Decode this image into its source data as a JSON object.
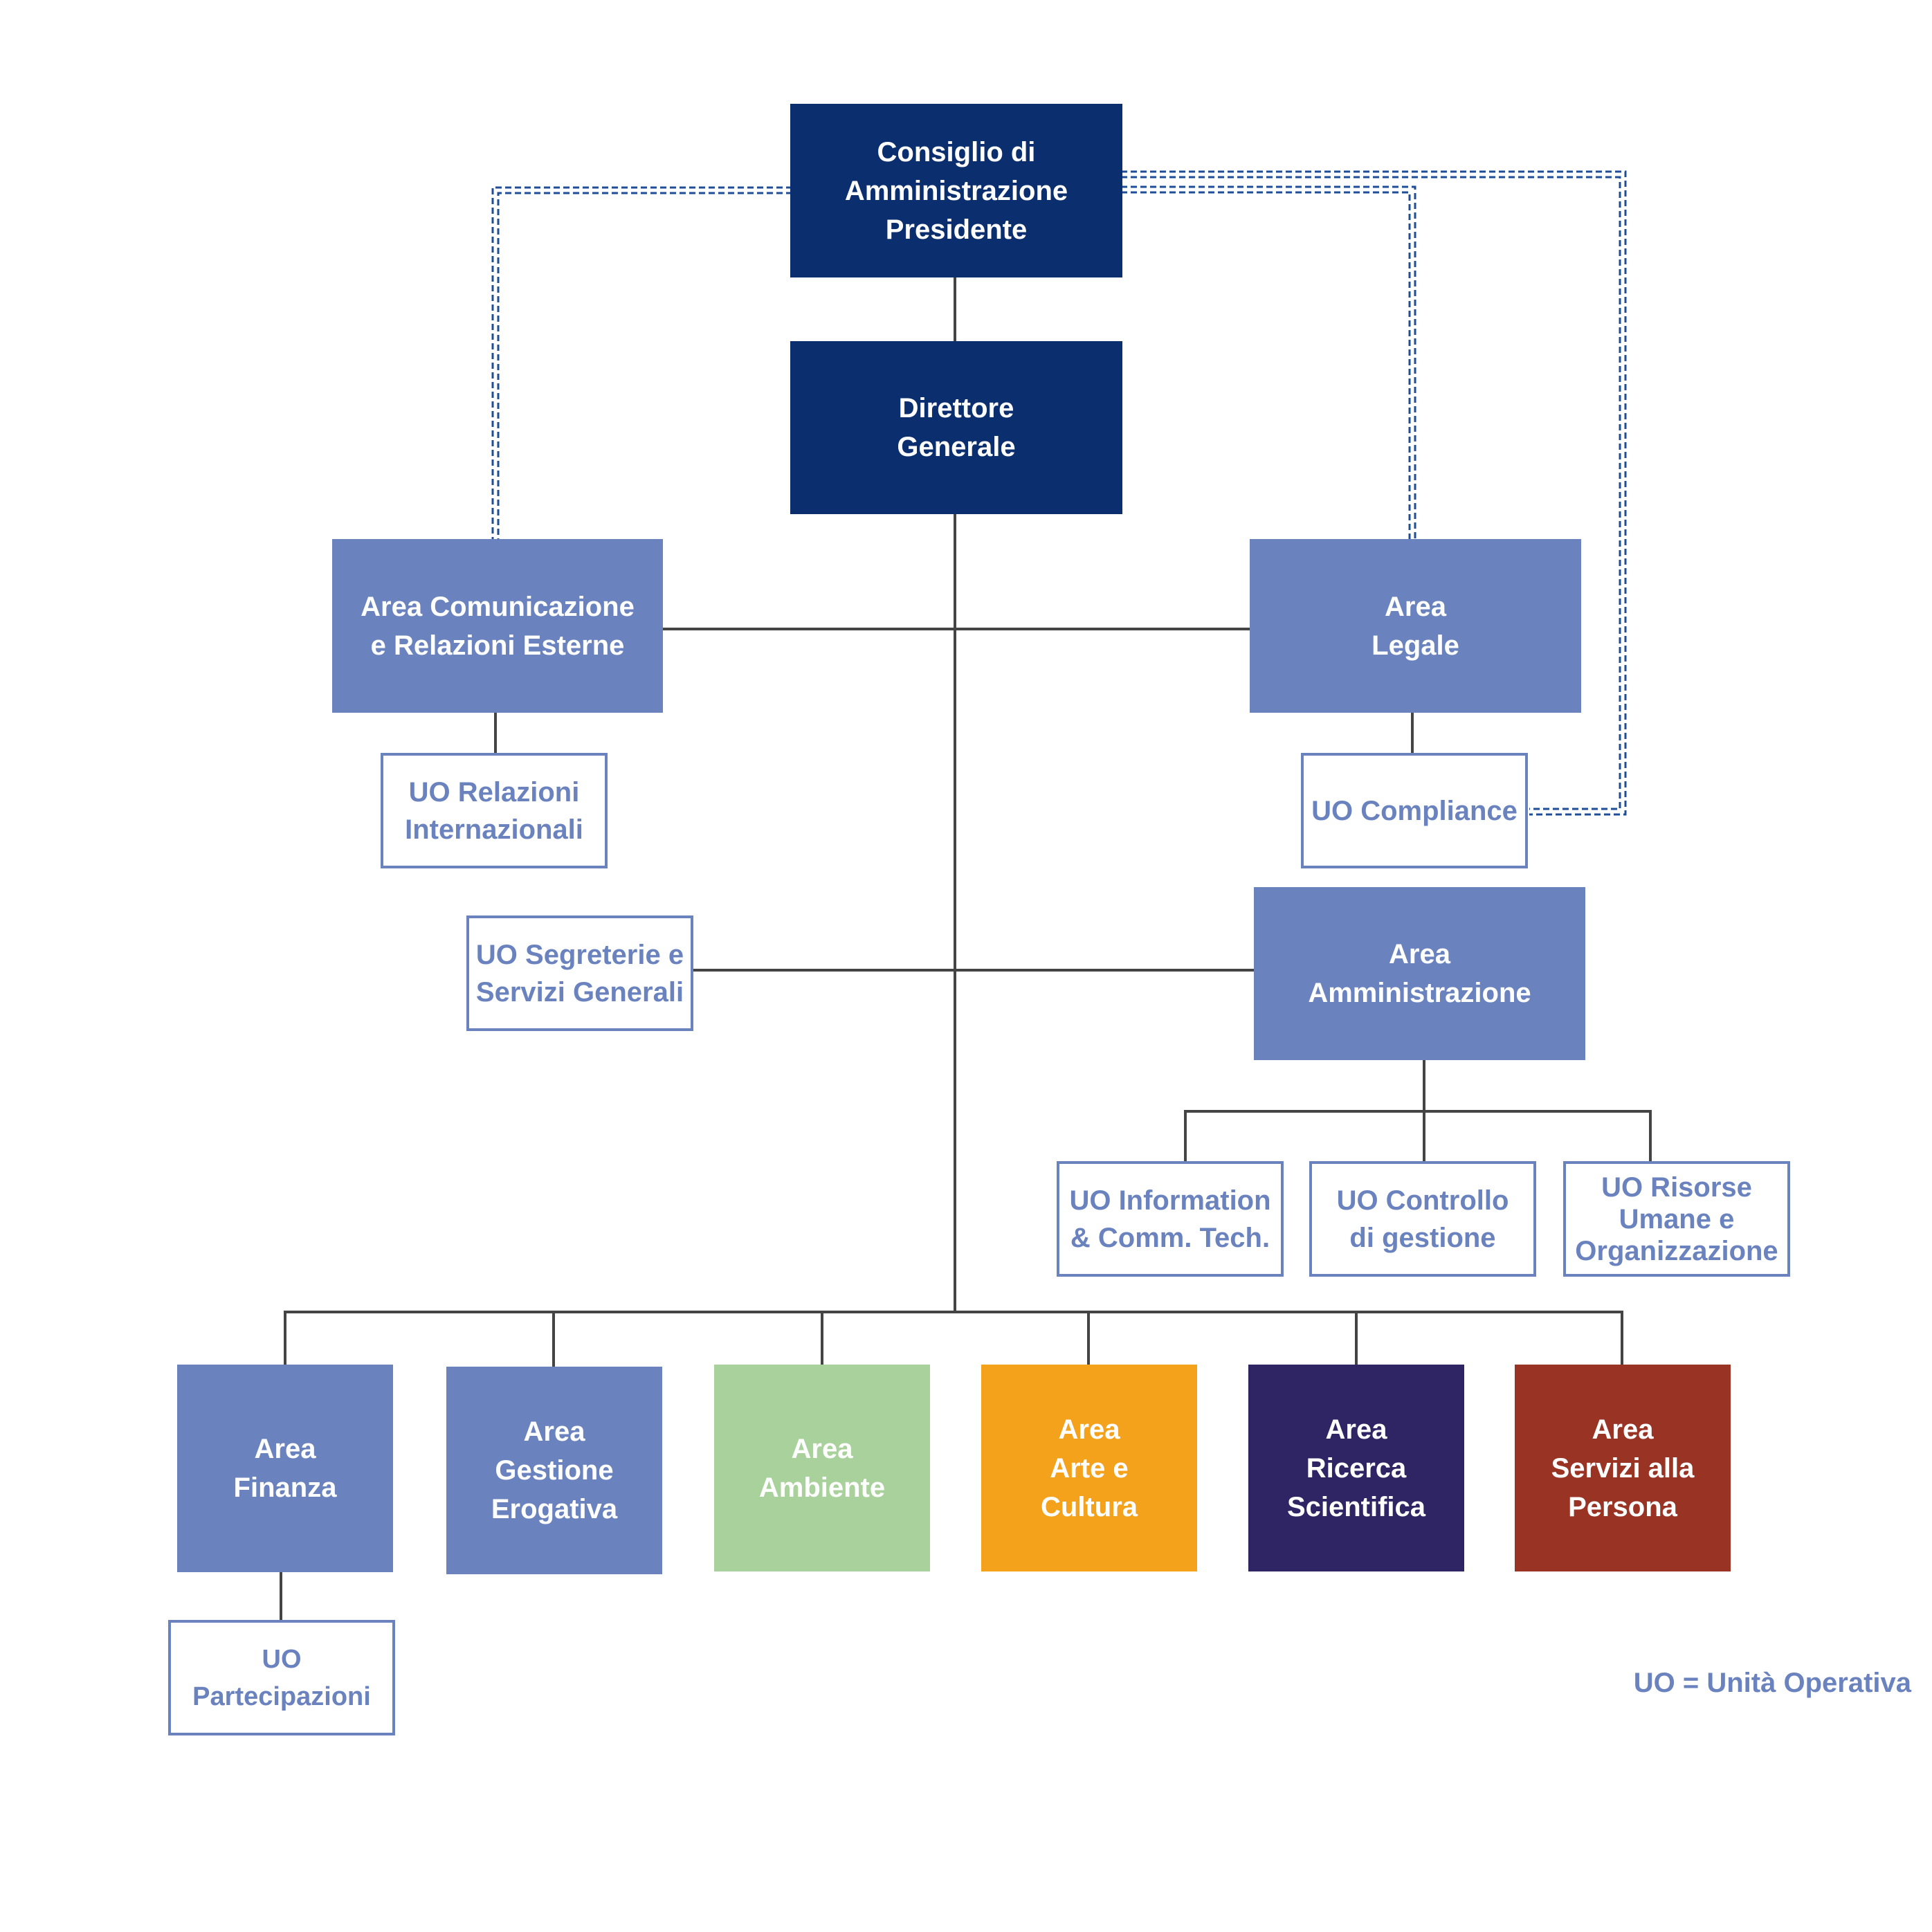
{
  "colors": {
    "dark_blue": "#0b2e6f",
    "mid_blue": "#6a83bf",
    "green": "#a9d19c",
    "orange": "#f4a11c",
    "purple": "#302564",
    "red": "#993324",
    "line": "#444444",
    "dashed": "#1f4e96"
  },
  "nodes": {
    "consiglio": "Consiglio di\nAmministrazione\nPresidente",
    "direttore": "Direttore\nGenerale",
    "area_comunicazione": "Area Comunicazione\ne Relazioni Esterne",
    "area_legale": "Area\nLegale",
    "uo_relazioni": "UO Relazioni\nInternazionali",
    "uo_compliance": "UO Compliance",
    "uo_segreterie": "UO Segreterie e\nServizi Generali",
    "area_amministrazione": "Area\nAmministrazione",
    "uo_ict": "UO Information\n& Comm. Tech.",
    "uo_controllo": "UO Controllo\ndi gestione",
    "uo_risorse": "UO Risorse\nUmane e\nOrganizzazione",
    "area_finanza": "Area\nFinanza",
    "area_gestione": "Area\nGestione\nErogativa",
    "area_ambiente": "Area\nAmbiente",
    "area_arte": "Area\nArte e\nCultura",
    "area_ricerca": "Area\nRicerca\nScientifica",
    "area_servizi": "Area\nServizi alla\nPersona",
    "uo_partecipazioni": "UO Partecipazioni"
  },
  "legend": "UO = Unità Operativa"
}
